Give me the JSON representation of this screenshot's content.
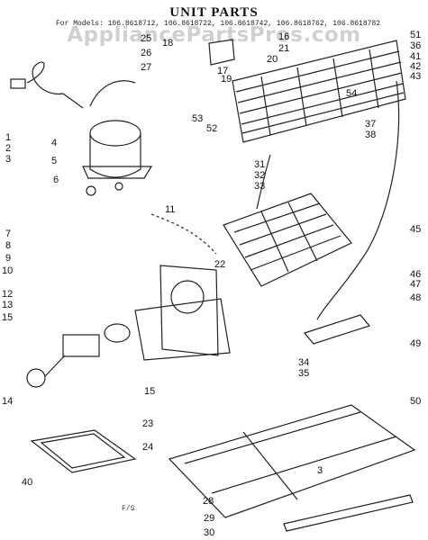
{
  "title": "UNIT PARTS",
  "models_line": "For Models: 106.8618712, 106.8618722, 106.8618742, 106.8618762, 106.8618782",
  "watermark": "AppliancePartsPros.com",
  "footer": "F/S",
  "callouts": {
    "c1": "1",
    "c2": "2",
    "c3": "3",
    "c4": "4",
    "c5": "5",
    "c6": "6",
    "c7": "7",
    "c8": "8",
    "c9": "9",
    "c10": "10",
    "c11": "11",
    "c12": "12",
    "c13": "13",
    "c14": "14",
    "c15a": "15",
    "c15b": "15",
    "c16": "16",
    "c17": "17",
    "c18": "18",
    "c19": "19",
    "c20": "20",
    "c21": "21",
    "c22": "22",
    "c23": "23",
    "c24": "24",
    "c25": "25",
    "c26": "26",
    "c27": "27",
    "c28": "28",
    "c29": "29",
    "c30": "30",
    "c31": "31",
    "c32": "32",
    "c33": "33",
    "c34": "34",
    "c35": "35",
    "c36": "36",
    "c37": "37",
    "c38": "38",
    "c40": "40",
    "c41": "41",
    "c42": "42",
    "c43": "43",
    "c45": "45",
    "c46": "46",
    "c47": "47",
    "c48": "48",
    "c49": "49",
    "c50": "50",
    "c51": "51",
    "c52": "52",
    "c53": "53",
    "c54": "54",
    "c3b": "3"
  }
}
